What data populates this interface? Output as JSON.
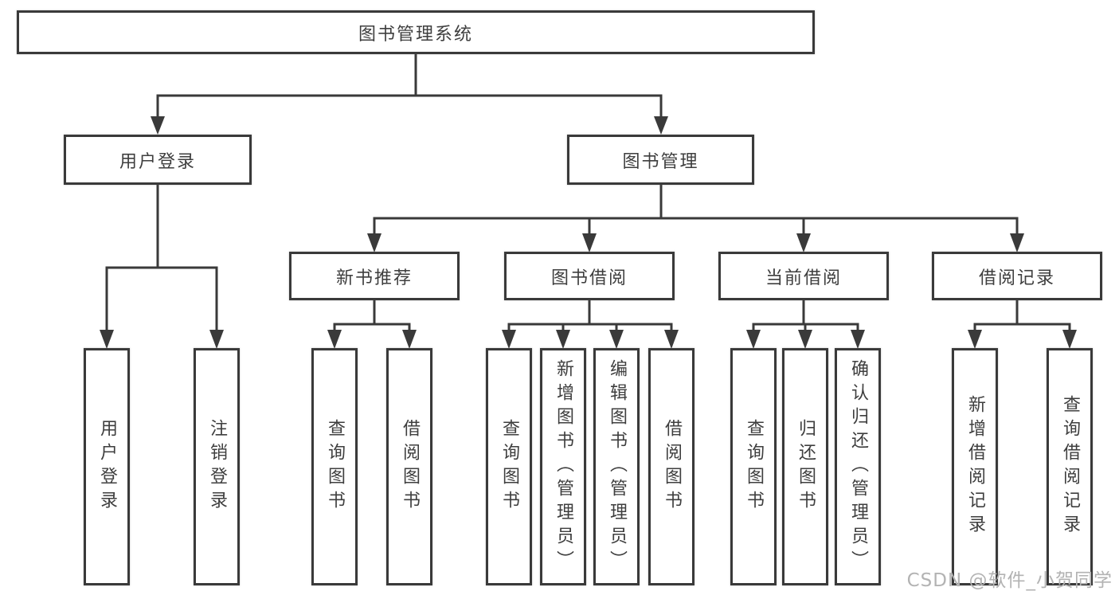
{
  "tree": {
    "root": {
      "label": "图书管理系统"
    },
    "branches": [
      {
        "label": "用户登录",
        "children": [
          {
            "label": "用户登录"
          },
          {
            "label": "注销登录"
          }
        ]
      },
      {
        "label": "图书管理",
        "children": [
          {
            "label": "新书推荐",
            "children": [
              {
                "label": "查询图书"
              },
              {
                "label": "借阅图书"
              }
            ]
          },
          {
            "label": "图书借阅",
            "children": [
              {
                "label": "查询图书"
              },
              {
                "label": "新增图书（管理员）"
              },
              {
                "label": "编辑图书（管理员）"
              },
              {
                "label": "借阅图书"
              }
            ]
          },
          {
            "label": "当前借阅",
            "children": [
              {
                "label": "查询图书"
              },
              {
                "label": "归还图书"
              },
              {
                "label": "确认归还（管理员）"
              }
            ]
          },
          {
            "label": "借阅记录",
            "children": [
              {
                "label": "新增借阅记录"
              },
              {
                "label": "查询借阅记录"
              }
            ]
          }
        ]
      }
    ]
  },
  "watermark": {
    "text": "CSDN @软件_小贺同学"
  },
  "colors": {
    "line": "#3a3a3a",
    "text": "#3e3e3e",
    "box_bg": "#ffffff",
    "background": "#ffffff",
    "watermark": "#b3b3b3"
  }
}
